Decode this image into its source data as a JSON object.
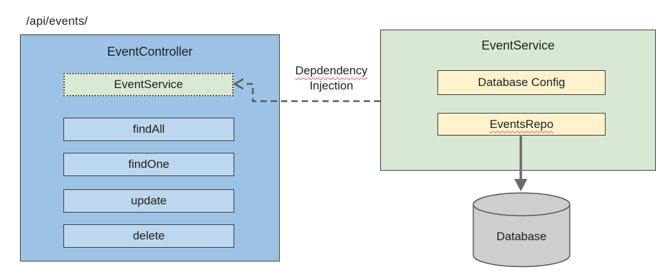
{
  "diagram": {
    "route_label": "/api/events/",
    "controller": {
      "title": "EventController",
      "injected_dependency": "EventService",
      "methods": [
        "findAll",
        "findOne",
        "update",
        "delete"
      ]
    },
    "dependency_injection_label": {
      "line1": "Depdendency",
      "line2": "Injection"
    },
    "service": {
      "title": "EventService",
      "components": [
        "Database Config",
        "EventsRepo"
      ]
    },
    "database_label": "Database",
    "colors": {
      "controller_fill": "#9cc3e6",
      "method_fill": "#bdd7ee",
      "service_fill": "#d8e8d3",
      "injected_fill": "#d9e9d4",
      "component_fill": "#fff2cc",
      "database_fill": "#cecece",
      "box_border": "#3c3c3c",
      "connector_gray": "#595959",
      "arrow_gray": "#6a6a6a",
      "spellcheck_squiggle": "#e0595f"
    }
  }
}
